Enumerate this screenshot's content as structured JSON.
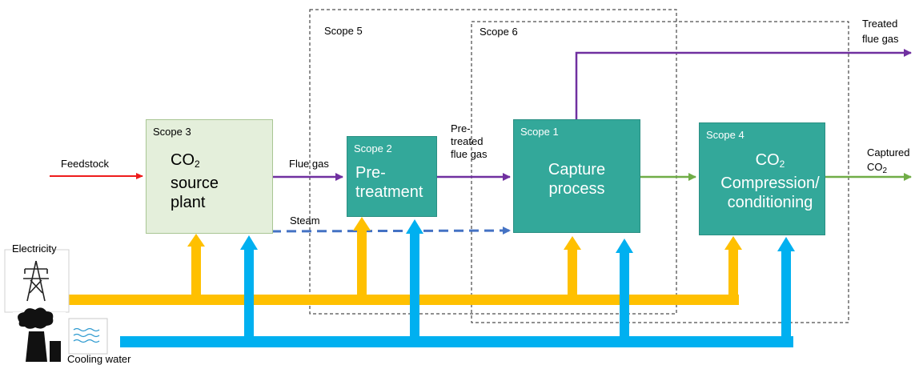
{
  "scopes": {
    "scope5": "Scope 5",
    "scope6": "Scope 6"
  },
  "boxes": {
    "source": {
      "scope": "Scope 3",
      "line1": "CO",
      "sub": "2",
      "line2": "source",
      "line3": "plant"
    },
    "pretreatment": {
      "scope": "Scope 2",
      "line1": "Pre-",
      "line2": "treatment"
    },
    "capture": {
      "scope": "Scope 1",
      "line1": "Capture",
      "line2": "process"
    },
    "compression": {
      "scope": "Scope 4",
      "line1": "CO",
      "sub": "2",
      "line2": "Compression/",
      "line3": "conditioning"
    }
  },
  "flows": {
    "feedstock": "Feedstock",
    "flue_gas": "Flue gas",
    "pretreated_1": "Pre-",
    "pretreated_2": "treated",
    "pretreated_3": "flue gas",
    "steam": "Steam",
    "treated_1": "Treated",
    "treated_2": "flue gas",
    "captured_1": "Captured",
    "captured_2": "CO",
    "captured_sub": "2"
  },
  "utilities": {
    "electricity": "Electricity",
    "cooling_water": "Cooling water"
  },
  "colors": {
    "feedstock": "#ee1c1c",
    "flue_gas": "#7030a0",
    "co2": "#70ad47",
    "steam": "#4472c4",
    "electricity": "#ffc000",
    "cooling": "#00b0f0",
    "teal": "#33a89a",
    "source_fill": "#e4efdb"
  }
}
